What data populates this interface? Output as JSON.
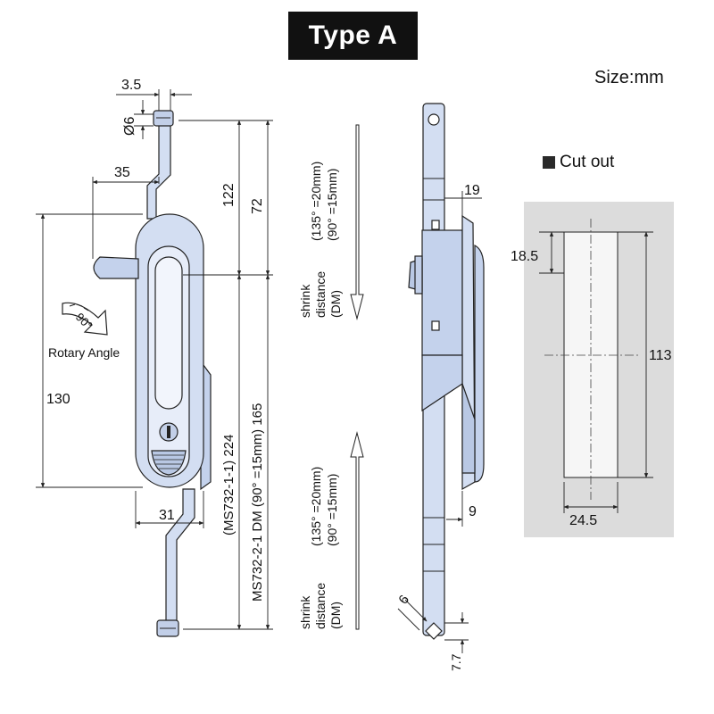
{
  "header": {
    "title": "Type A",
    "size_unit": "Size:mm"
  },
  "legend": {
    "cutout": "Cut out"
  },
  "front_view": {
    "dim_3_5": "3.5",
    "dim_phi6": "Ø6",
    "dim_35": "35",
    "dim_122": "122",
    "dim_72": "72",
    "dim_130": "130",
    "dim_31": "31",
    "dim_224": "(MS732-1-1) 224",
    "dim_165": "MS732-2-1 DM (90° =15mm) 165",
    "rotary_angle_label": "Rotary Angle",
    "rotary_angle_value": "90°"
  },
  "side_view": {
    "top_shrink_angles": "(135° =20mm)",
    "top_shrink_angles_2": "(90° =15mm)",
    "top_shrink_label": "shrink",
    "top_shrink_label_2": "distance",
    "top_shrink_label_3": "(DM)",
    "bottom_shrink_angles": "(135° =20mm)",
    "bottom_shrink_angles_2": "(90° =15mm)",
    "bottom_shrink_label": "shrink",
    "bottom_shrink_label_2": "distance",
    "bottom_shrink_label_3": "(DM)",
    "dim_19": "19",
    "dim_9": "9",
    "dim_6": "6",
    "dim_7_7": "7.7"
  },
  "cutout": {
    "dim_18_5": "18.5",
    "dim_113": "113",
    "dim_24_5": "24.5"
  },
  "colors": {
    "part_fill": "#d3def2",
    "part_dark": "#b9c8e4",
    "cutout_bg": "#dcdcdc",
    "line": "#222222"
  }
}
